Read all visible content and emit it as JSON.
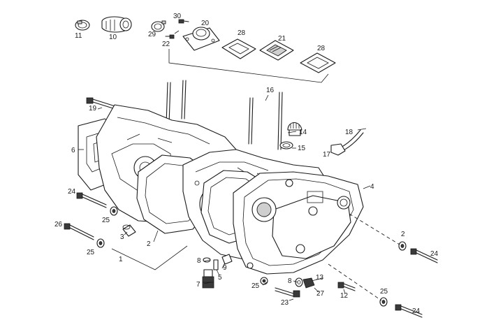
{
  "callouts": [
    {
      "id": "c11",
      "text": "11"
    },
    {
      "id": "c10",
      "text": "10"
    },
    {
      "id": "c29",
      "text": "29"
    },
    {
      "id": "c30",
      "text": "30"
    },
    {
      "id": "c22",
      "text": "22"
    },
    {
      "id": "c20",
      "text": "20"
    },
    {
      "id": "c28a",
      "text": "28"
    },
    {
      "id": "c21",
      "text": "21"
    },
    {
      "id": "c28b",
      "text": "28"
    },
    {
      "id": "c19",
      "text": "19"
    },
    {
      "id": "c16",
      "text": "16"
    },
    {
      "id": "c14",
      "text": "14"
    },
    {
      "id": "c15",
      "text": "15"
    },
    {
      "id": "c18",
      "text": "18"
    },
    {
      "id": "c17",
      "text": "17"
    },
    {
      "id": "c6",
      "text": "6"
    },
    {
      "id": "c4",
      "text": "4"
    },
    {
      "id": "c24a",
      "text": "24"
    },
    {
      "id": "c25a",
      "text": "25"
    },
    {
      "id": "c3",
      "text": "3"
    },
    {
      "id": "c2a",
      "text": "2"
    },
    {
      "id": "c26",
      "text": "26"
    },
    {
      "id": "c25b",
      "text": "25"
    },
    {
      "id": "c1",
      "text": "1"
    },
    {
      "id": "c8a",
      "text": "8"
    },
    {
      "id": "c9",
      "text": "9"
    },
    {
      "id": "c7",
      "text": "7"
    },
    {
      "id": "c5",
      "text": "5"
    },
    {
      "id": "c25c",
      "text": "25"
    },
    {
      "id": "c8b",
      "text": "8"
    },
    {
      "id": "c13",
      "text": "13"
    },
    {
      "id": "c23",
      "text": "23"
    },
    {
      "id": "c27",
      "text": "27"
    },
    {
      "id": "c12",
      "text": "12"
    },
    {
      "id": "c2b",
      "text": "2"
    },
    {
      "id": "c24b",
      "text": "24"
    },
    {
      "id": "c25d",
      "text": "25"
    },
    {
      "id": "c24c",
      "text": "24"
    }
  ]
}
